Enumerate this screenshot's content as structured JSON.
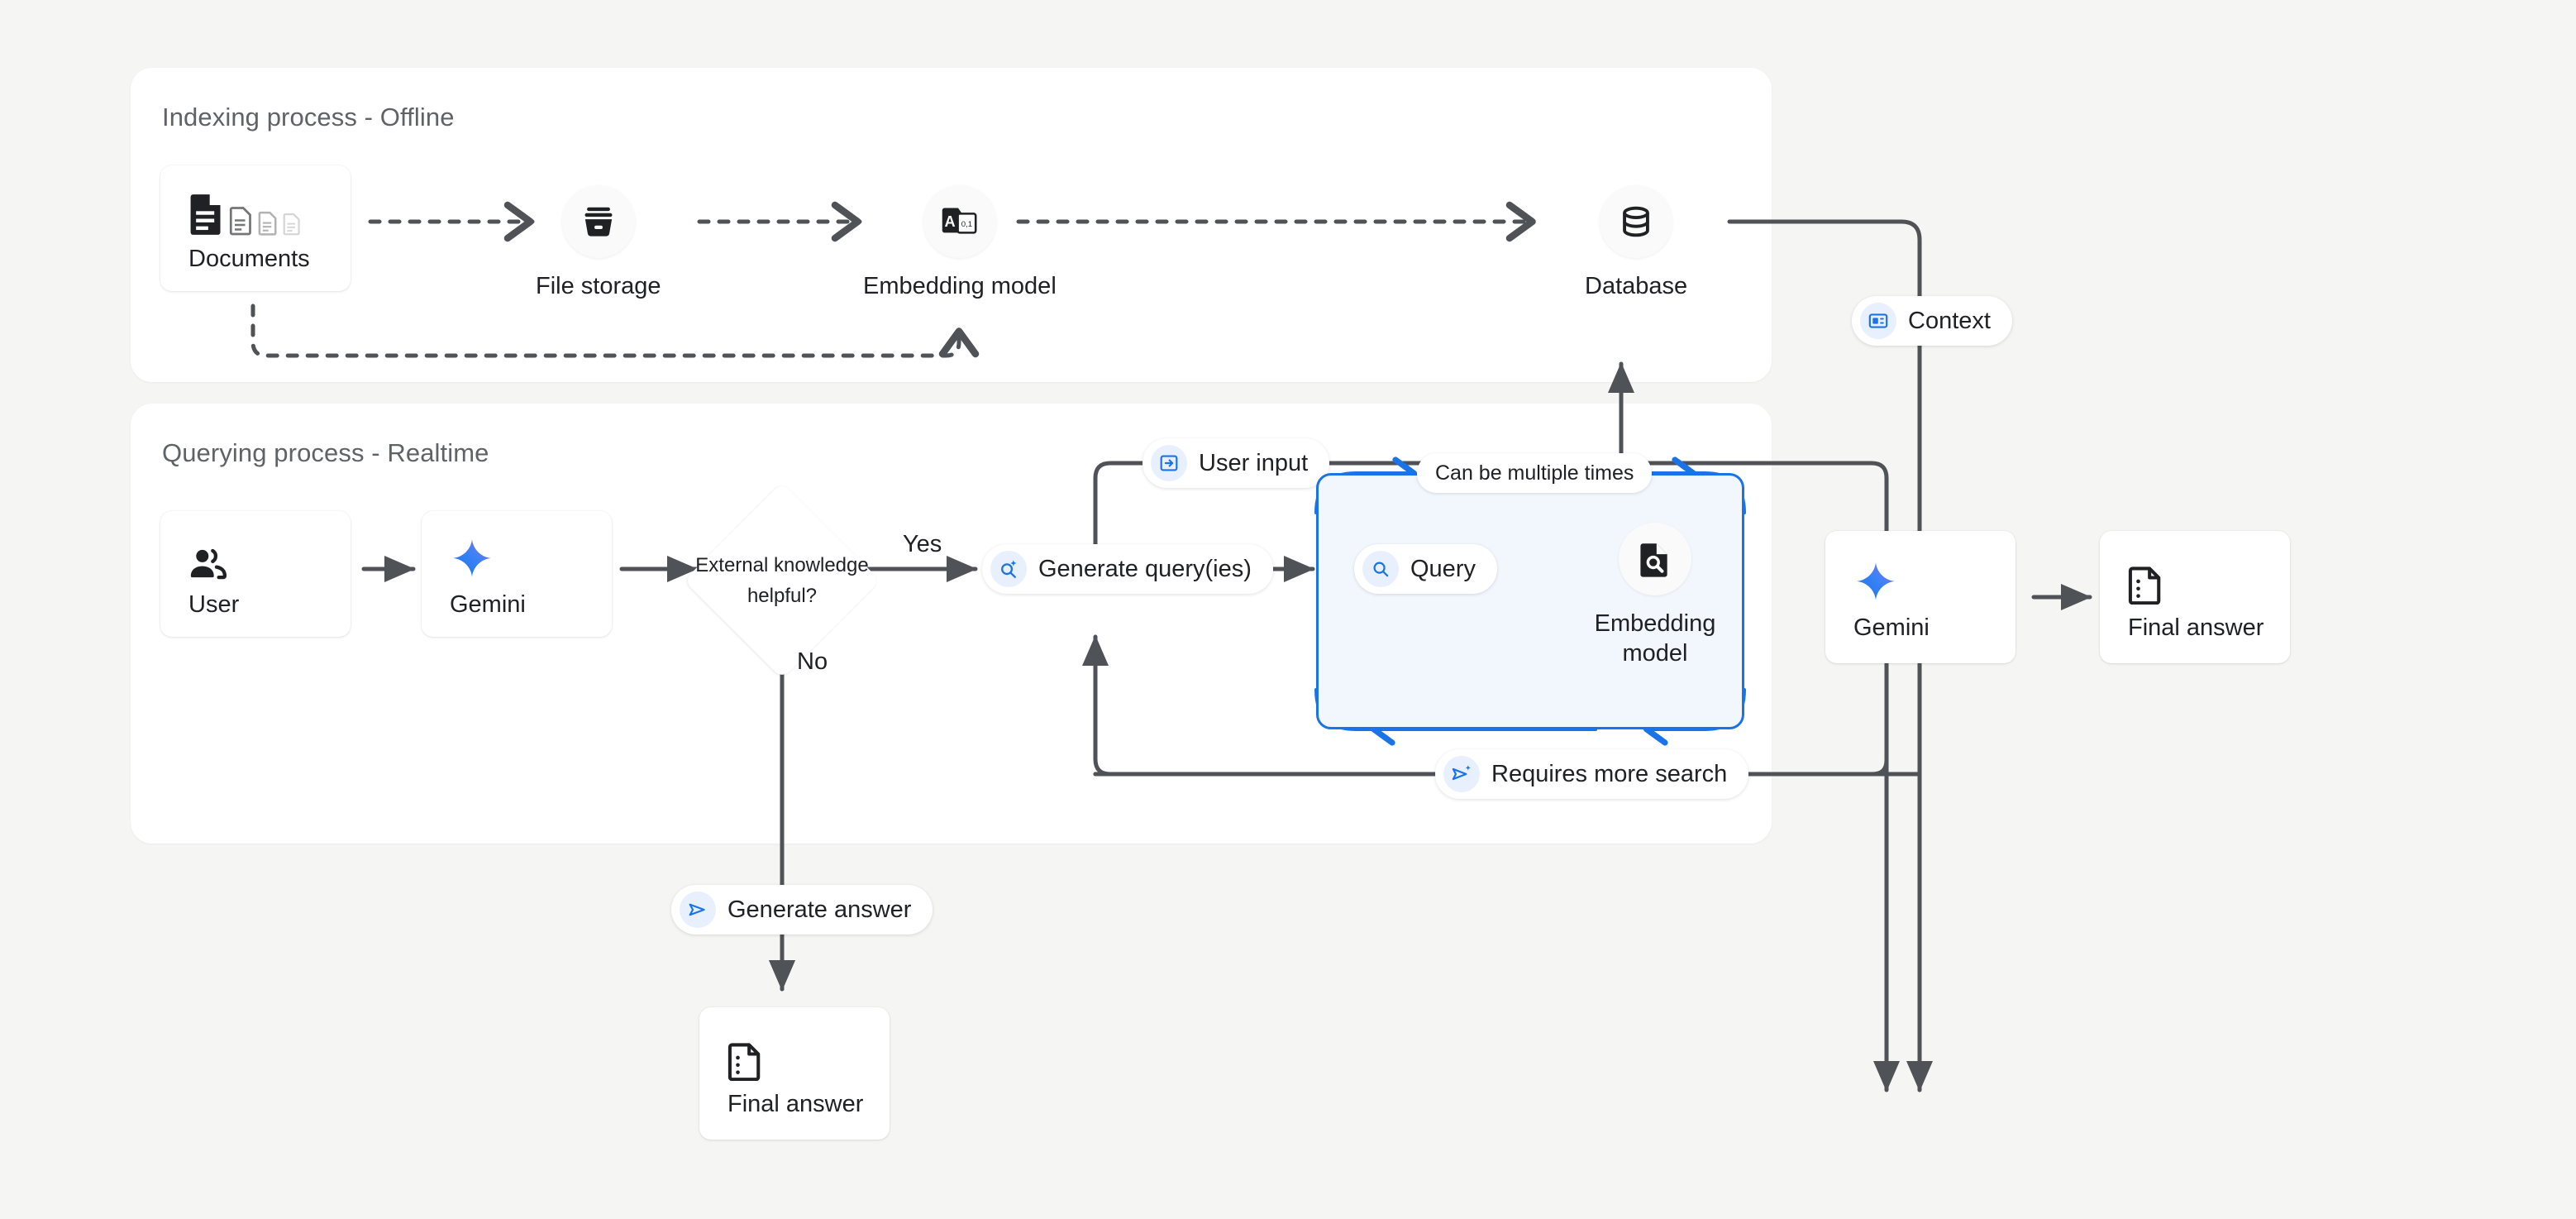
{
  "panels": [
    {
      "id": "indexing",
      "title": "Indexing process - Offline"
    },
    {
      "id": "querying",
      "title": "Querying process - Realtime"
    }
  ],
  "indexing": {
    "documents": {
      "label": "Documents",
      "icon": "documents-icon"
    },
    "file_storage": {
      "label": "File storage",
      "icon": "file-storage-icon"
    },
    "embedding_model": {
      "label": "Embedding model",
      "icon": "embedding-model-icon"
    },
    "database": {
      "label": "Database",
      "icon": "database-icon"
    }
  },
  "querying": {
    "user": {
      "label": "User",
      "icon": "user-group-icon"
    },
    "gemini": {
      "label": "Gemini",
      "icon": "gemini-sparkle-icon"
    },
    "decision": {
      "text": "External knowledge helpful?",
      "yes": "Yes",
      "no": "No"
    },
    "generate_queries": {
      "label": "Generate query(ies)",
      "icon": "search-sparkle-icon"
    },
    "user_input": {
      "label": "User input",
      "icon": "input-arrow-icon"
    },
    "loop": {
      "note": "Can be multiple times",
      "query": {
        "label": "Query",
        "icon": "search-icon"
      },
      "embedding_model": {
        "label": "Embedding model",
        "icon": "document-search-icon"
      }
    },
    "requires_more_search": {
      "label": "Requires more search",
      "icon": "send-sparkle-icon"
    },
    "context": {
      "label": "Context",
      "icon": "article-icon"
    },
    "gemini_final": {
      "label": "Gemini",
      "icon": "gemini-sparkle-icon"
    },
    "final_answer_right": {
      "label": "Final answer",
      "icon": "answer-doc-icon"
    },
    "generate_answer": {
      "label": "Generate answer",
      "icon": "send-icon"
    },
    "final_answer_bottom": {
      "label": "Final answer",
      "icon": "answer-doc-icon"
    }
  },
  "colors": {
    "page_background": "#f5f5f3",
    "panel_background": "#ffffff",
    "accent_blue": "#1a73e8",
    "loop_fill": "#f2f7fd",
    "pill_icon_background": "#e8f0fe",
    "connector": "#4f5256",
    "text_primary": "#202124",
    "text_muted": "#5f6368"
  }
}
